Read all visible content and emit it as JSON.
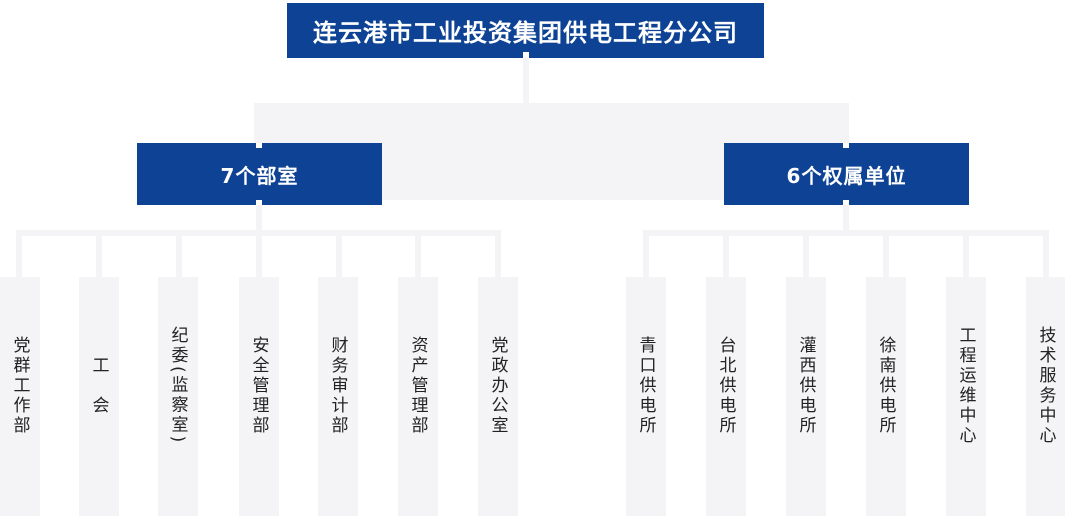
{
  "org": {
    "root_label": "连云港市工业投资集团供电工程分公司",
    "groups": [
      {
        "label": "7个部室",
        "children": [
          "党群工作部",
          "工　会",
          "纪委(监察室)",
          "安全管理部",
          "财务审计部",
          "资产管理部",
          "党政办公室"
        ]
      },
      {
        "label": "6个权属单位",
        "children": [
          "青口供电所",
          "台北供电所",
          "灌西供电所",
          "徐南供电所",
          "工程运维中心",
          "技术服务中心"
        ]
      }
    ]
  },
  "colors": {
    "primary_blue": "#0d4294",
    "connector_gray": "#f4f4f6",
    "leaf_bg": "#f4f4f6",
    "box_text": "#ffffff",
    "leaf_text": "#222222",
    "page_bg": "#ffffff"
  }
}
